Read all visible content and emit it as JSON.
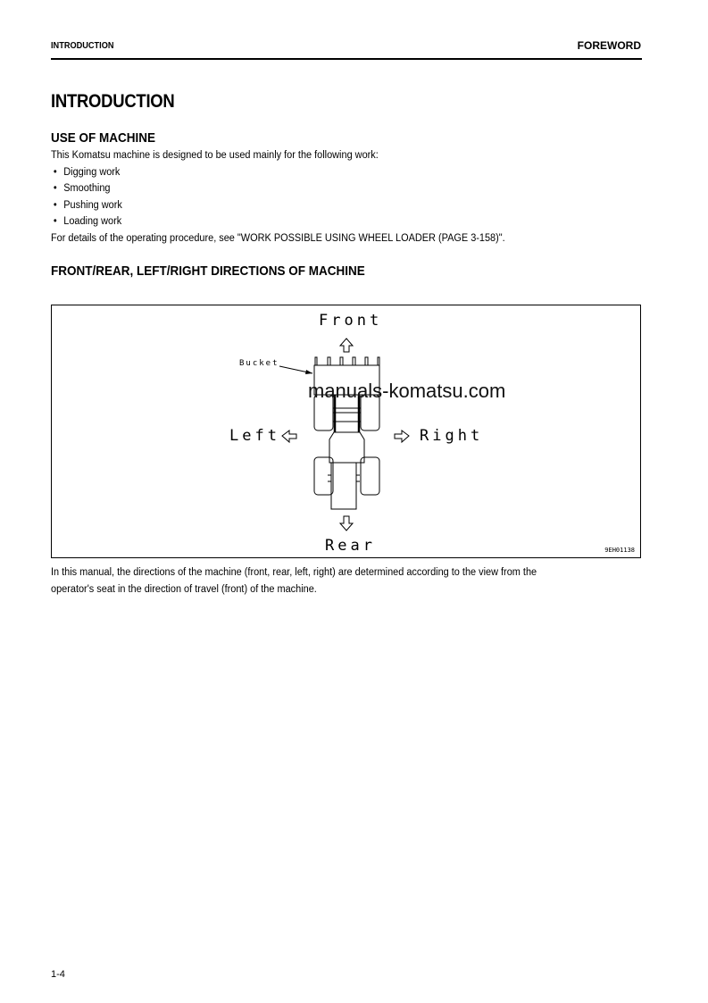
{
  "header": {
    "section_left": "INTRODUCTION",
    "section_right": "FOREWORD"
  },
  "page_title": "INTRODUCTION",
  "use_of_machine": {
    "heading": "USE OF MACHINE",
    "intro": "This Komatsu machine is designed to be used mainly for the following work:",
    "items": [
      "Digging work",
      "Smoothing",
      "Pushing work",
      "Loading work"
    ],
    "reference": "For details of the operating procedure, see \"WORK POSSIBLE USING WHEEL LOADER (PAGE 3-158)\"."
  },
  "directions": {
    "heading": "FRONT/REAR, LEFT/RIGHT DIRECTIONS OF MACHINE",
    "figure": {
      "front_label": "Front",
      "rear_label": "Rear",
      "left_label": "Left",
      "right_label": "Right",
      "bucket_label": "Bucket",
      "figure_code": "9EH01138",
      "watermark": "manuals-komatsu.com"
    },
    "caption_line1": "In this manual, the directions of the machine (front, rear, left, right) are determined according to the view from the",
    "caption_line2": "operator's seat in the direction of travel (front) of the machine."
  },
  "footer": {
    "page_number": "1-4"
  }
}
